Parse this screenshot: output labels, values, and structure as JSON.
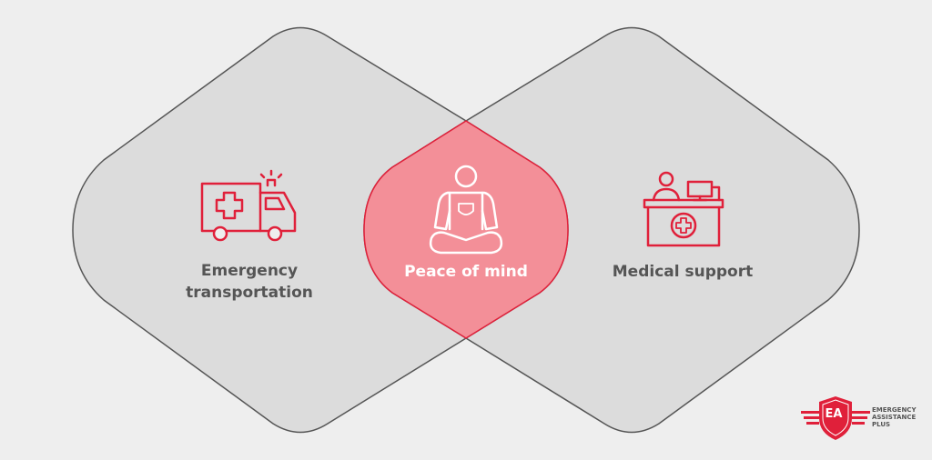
{
  "diagram": {
    "left": {
      "label_lines": [
        "Emergency",
        "transportation"
      ],
      "icon": "ambulance-icon"
    },
    "center": {
      "label": "Peace of mind",
      "icon": "meditation-person-icon"
    },
    "right": {
      "label": "Medical support",
      "icon": "medical-reception-desk-icon"
    }
  },
  "logo": {
    "mark_text": "EA",
    "text_lines": [
      "EMERGENCY",
      "ASSISTANCE",
      "PLUS"
    ]
  },
  "colors": {
    "background": "#eeeeee",
    "shape_fill": "#dcdcdc",
    "shape_stroke": "#555555",
    "accent": "#e0203a",
    "overlap_fill": "#f38f98",
    "text": "#555555"
  }
}
